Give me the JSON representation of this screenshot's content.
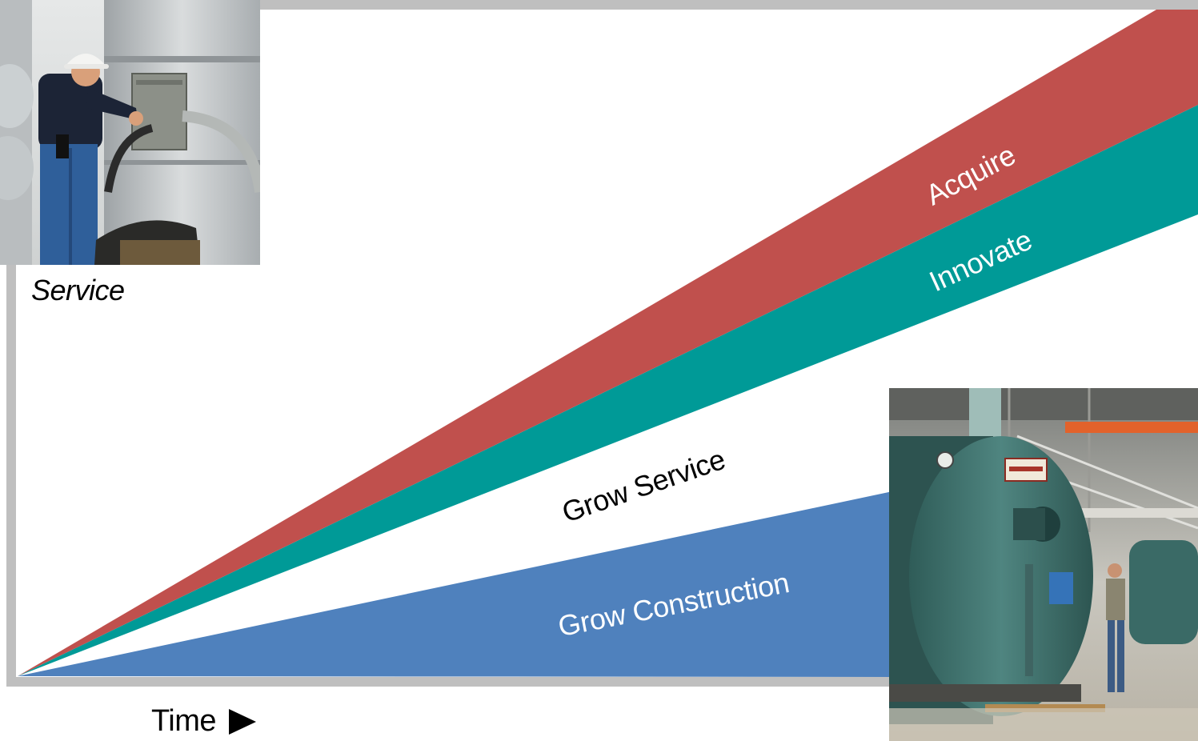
{
  "diagram": {
    "bands": [
      {
        "label": "Acquire",
        "color": "#c0504d"
      },
      {
        "label": "Innovate",
        "color": "#009a97"
      },
      {
        "label": "Grow Service",
        "color": "#ffffff"
      },
      {
        "label": "Grow Construction",
        "color": "#4f81bd"
      }
    ],
    "axis": {
      "x_label": "Time",
      "arrow_icon": "right-triangle-arrow-icon"
    },
    "captions": {
      "service": "Service"
    },
    "frame_color": "#bfbfbf",
    "photos": [
      {
        "name": "service-technician-photo"
      },
      {
        "name": "industrial-boiler-photo"
      }
    ]
  }
}
